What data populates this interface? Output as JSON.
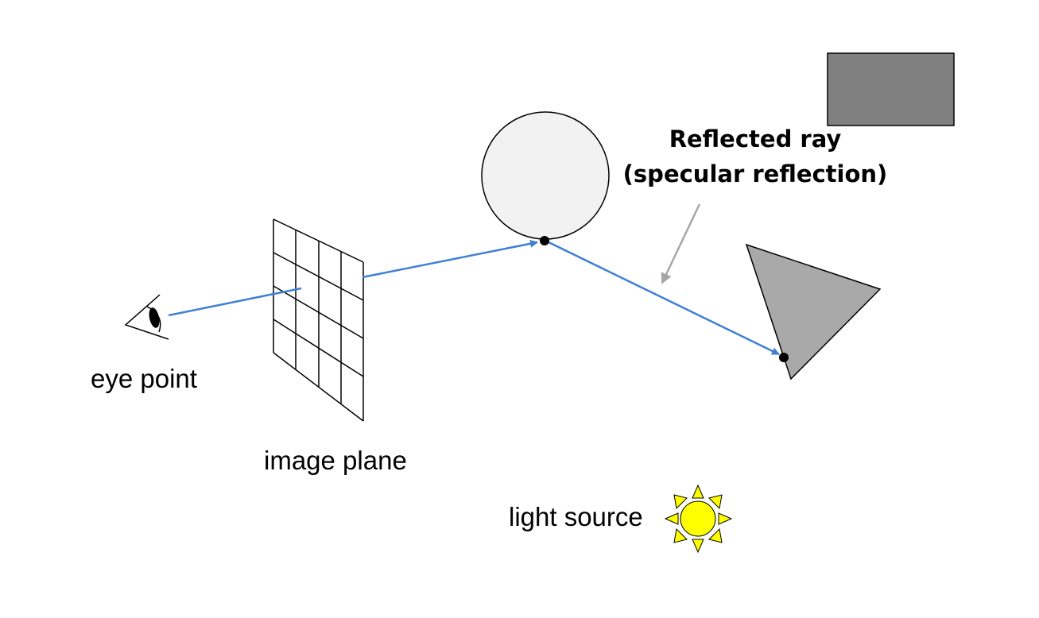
{
  "labels": {
    "eye": "eye point",
    "image_plane": "image plane",
    "light": "light source",
    "reflected_line1": "Reflected ray",
    "reflected_line2": "(specular reflection)"
  },
  "colors": {
    "ray": "#3f7fd6",
    "pointer_arrow": "#a6a6a6",
    "sphere_fill": "#f2f2f2",
    "triangle_fill": "#a9a9a9",
    "box_fill": "#808080",
    "sun_fill": "#ffff00",
    "outline": "#000000"
  },
  "icons": [
    "eye-icon",
    "sun-icon"
  ]
}
